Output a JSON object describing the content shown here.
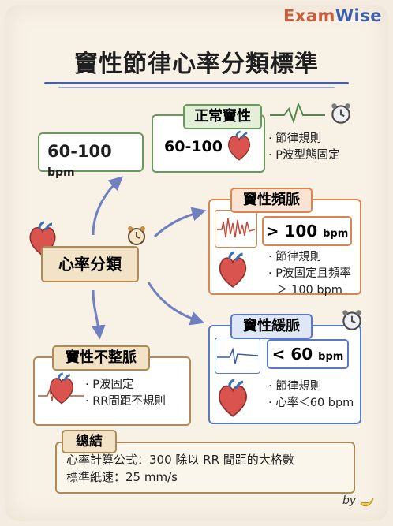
{
  "brand": {
    "prefix": "Exam",
    "suffix": "Wise"
  },
  "title": "竇性節律心率分類標準",
  "center": {
    "label": "心率分類"
  },
  "left_box": {
    "value": "60-100",
    "unit": "bpm"
  },
  "normal": {
    "header": "正常竇性",
    "value": "60-100",
    "bullets": [
      "節律規則",
      "P波型態固定"
    ]
  },
  "tachy": {
    "header": "竇性頻脈",
    "value": "> 100",
    "unit": "bpm",
    "bullets": [
      "節律規則",
      "P波固定且頻率"
    ],
    "bullet_cont": "＞ 100 bpm"
  },
  "brady": {
    "header": "竇性緩脈",
    "value": "< 60",
    "unit": "bpm",
    "bullets": [
      "節律規則",
      "心率＜60 bpm"
    ]
  },
  "irregular": {
    "header": "竇性不整脈",
    "bullets": [
      "P波固定",
      "RR間距不規則"
    ]
  },
  "summary": {
    "header": "總結",
    "lines": [
      "心率計算公式：300 除以 RR 間距的大格數",
      "標準紙速：25 mm/s"
    ]
  },
  "footer": {
    "by": "by"
  },
  "colors": {
    "green": "#6a9a5a",
    "orange": "#d8854f",
    "blue": "#5b79c2",
    "tan": "#b08a55",
    "arrow": "#6f7fc0"
  }
}
